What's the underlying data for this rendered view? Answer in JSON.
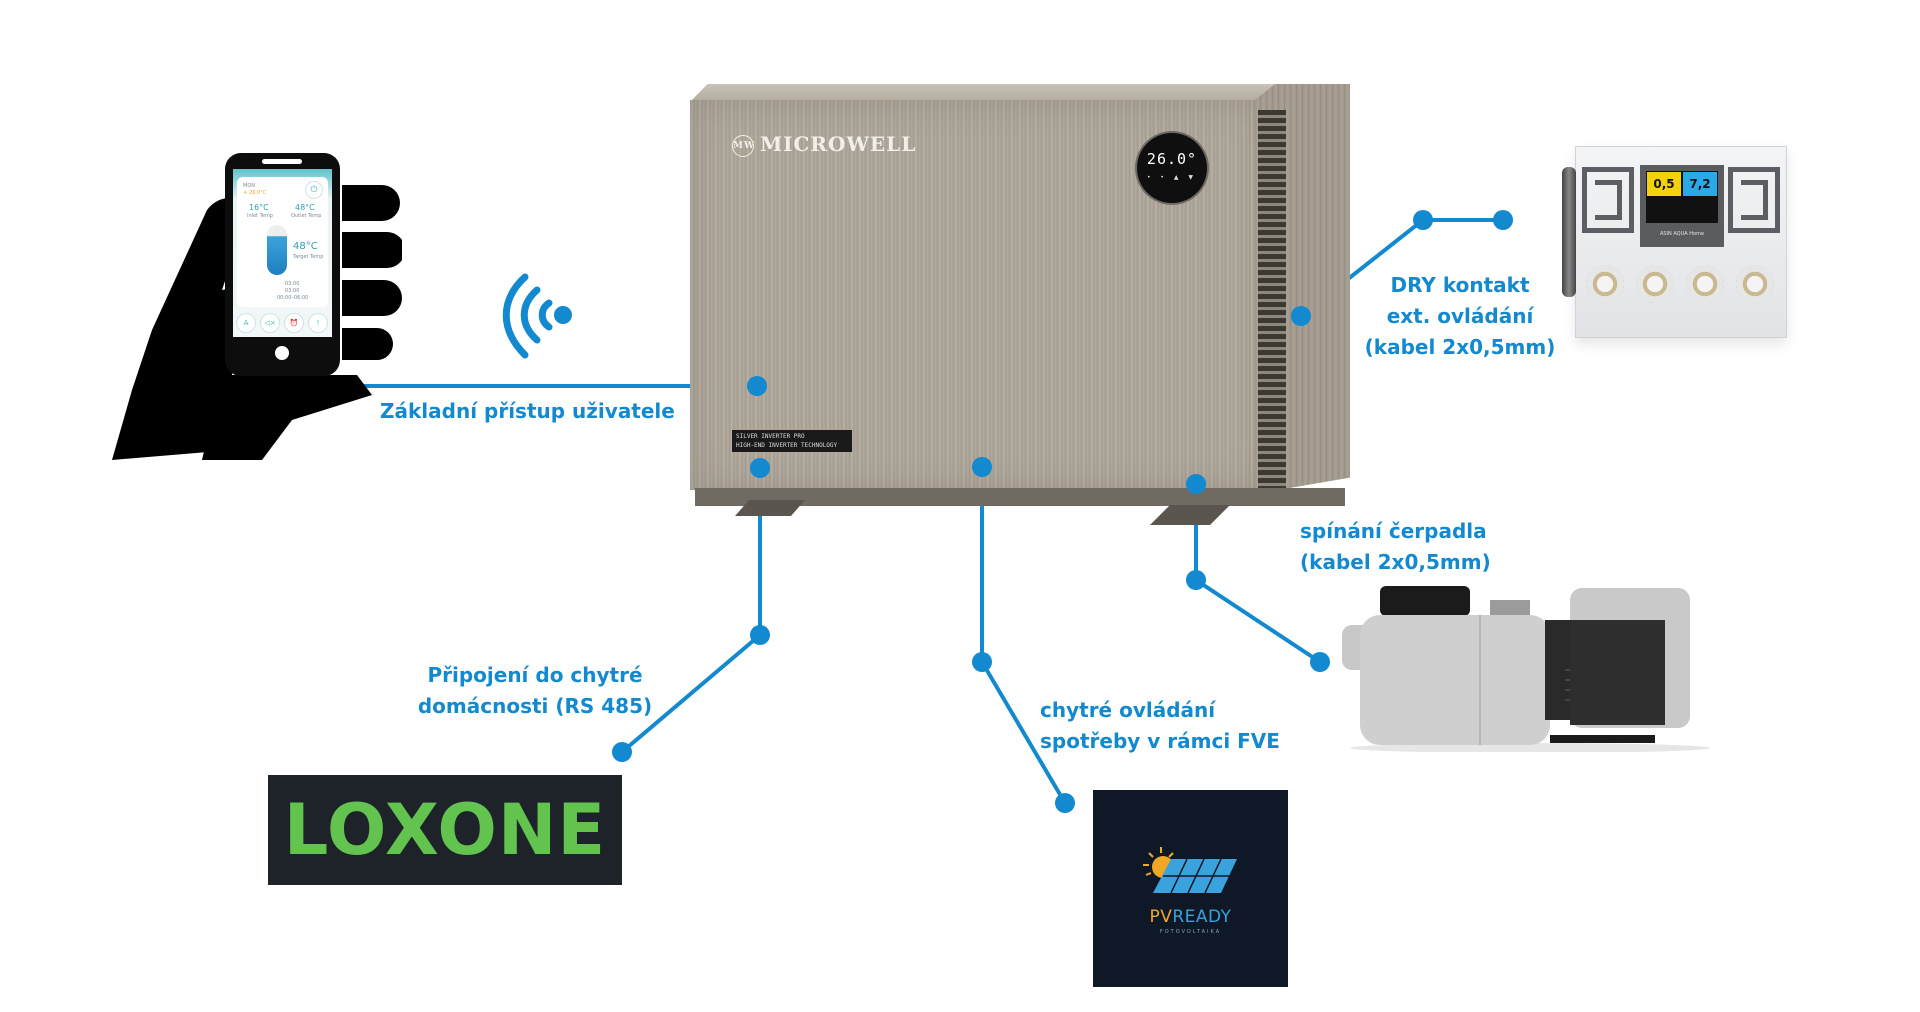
{
  "diagram": {
    "title": "Microwell heat pump connectivity options",
    "accent_color": "#1389cf",
    "connector_color": "#1389cf"
  },
  "heat_pump": {
    "brand": "MICROWELL",
    "brand_badge": "MW",
    "display_temp": "26.0°",
    "display_buttons": "• • ▲ ▼",
    "model_line1": "SILVER INVERTER PRO",
    "model_line2": "HIGH-END INVERTER TECHNOLOGY"
  },
  "phone_app": {
    "day": "MON",
    "ambient": "☀ 26.0°C",
    "inlet_temp": "16°C",
    "inlet_label": "Inlet Temp",
    "outlet_temp": "48°C",
    "outlet_label": "Outlet Temp",
    "target_temp": "48°C",
    "target_label": "Target Temp",
    "timer_on": "03:00",
    "timer_off": "03:00",
    "silent_range": "00:00–06:00",
    "toolbar": [
      "A",
      "◁×",
      "⏰",
      "!"
    ]
  },
  "connections": [
    {
      "id": "app",
      "label": "Základní přístup uživatele"
    },
    {
      "id": "rs485",
      "label_lines": [
        "Připojení do chytré",
        "domácnosti (RS 485)"
      ]
    },
    {
      "id": "fve",
      "label_lines": [
        "chytré ovládání",
        "spotřeby v rámci FVE"
      ]
    },
    {
      "id": "pump",
      "label_lines": [
        "spínání čerpadla",
        "(kabel 2x0,5mm)"
      ]
    },
    {
      "id": "dry",
      "label_lines": [
        "DRY kontakt",
        "ext. ovládání",
        "(kabel 2x0,5mm)"
      ]
    }
  ],
  "logos": {
    "loxone": {
      "text": "LOXONE",
      "color": "#62c34e",
      "bg": "#1e232a"
    },
    "pvready": {
      "pv": "PV",
      "ready": "READY",
      "subtitle": "FOTOVOLTAIKA",
      "pv_color": "#f0a92b",
      "ready_color": "#34a3de",
      "bg": "#0f1826"
    }
  },
  "controller": {
    "name": "ASIN AQUA Home",
    "value_chlorine": "0,5",
    "value_ph": "7,2"
  }
}
